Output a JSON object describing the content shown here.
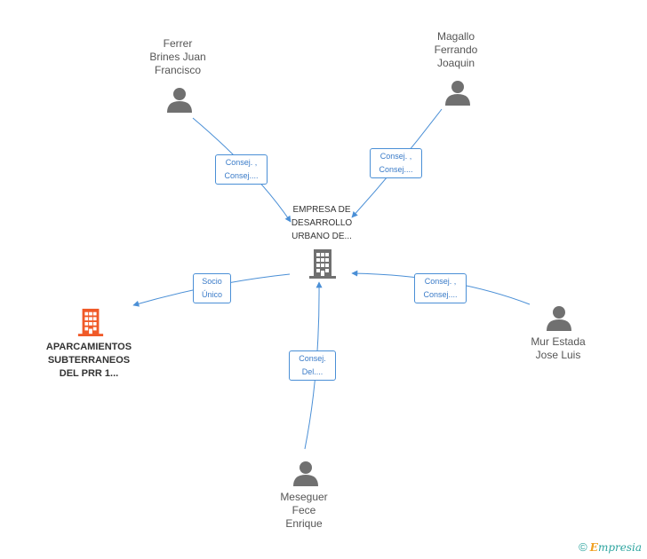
{
  "nodes": {
    "main": {
      "label": "EMPRESA DE\nDESARROLLO\nURBANO DE..."
    },
    "company": {
      "label": "APARCAMIENTOS\nSUBTERRANEOS\nDEL PRR 1..."
    },
    "ferrer": {
      "label": "Ferrer\nBrines Juan\nFrancisco"
    },
    "magallo": {
      "label": "Magallo\nFerrando\nJoaquin"
    },
    "mur": {
      "label": "Mur Estada\nJose Luis"
    },
    "meseguer": {
      "label": "Meseguer\nFece\nEnrique"
    }
  },
  "edges": {
    "ferrer": {
      "line1": "Consej. ,",
      "line2": "Consej...."
    },
    "magallo": {
      "line1": "Consej. ,",
      "line2": "Consej...."
    },
    "mur": {
      "line1": "Consej. ,",
      "line2": "Consej...."
    },
    "meseguer": {
      "line1": "Consej.",
      "line2": "Del...."
    },
    "company": {
      "line1": "Socio",
      "line2": "Único"
    }
  },
  "colors": {
    "edge": "#4a8fd6",
    "person_icon": "#707070",
    "building_main": "#707070",
    "building_company": "#f05a28"
  },
  "footer": {
    "copyright": "©",
    "brand_initial": "E",
    "brand_rest": "mpresia"
  }
}
